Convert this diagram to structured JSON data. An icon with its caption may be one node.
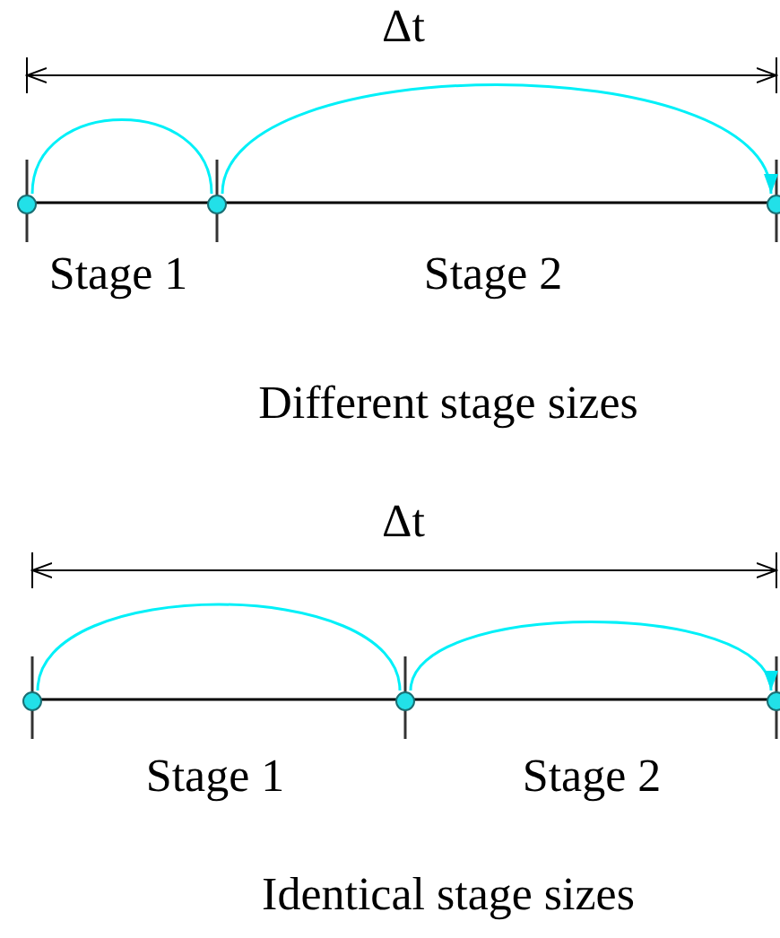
{
  "diagram": {
    "nodes": [
      {
        "text": [],
        "shape": "circle"
      },
      {
        "text": [],
        "shape": "circle"
      },
      {
        "text": [],
        "shape": "circle"
      },
      {
        "text": [],
        "shape": "circle"
      },
      {
        "text": [],
        "shape": "circle"
      },
      {
        "text": [],
        "shape": "circle"
      }
    ],
    "edges": [
      {
        "from": 0,
        "to": 1,
        "arrow": "none"
      },
      {
        "from": 1,
        "to": 2,
        "arrow": "to"
      },
      {
        "from": 3,
        "to": 4,
        "arrow": "none"
      },
      {
        "from": 4,
        "to": 5,
        "arrow": "to"
      }
    ],
    "labels": [
      "Δt",
      "Stage 1",
      "Stage 2",
      "Different stage sizes",
      "Δt",
      "Stage 1",
      "Stage 2",
      "Identical stage sizes"
    ]
  }
}
